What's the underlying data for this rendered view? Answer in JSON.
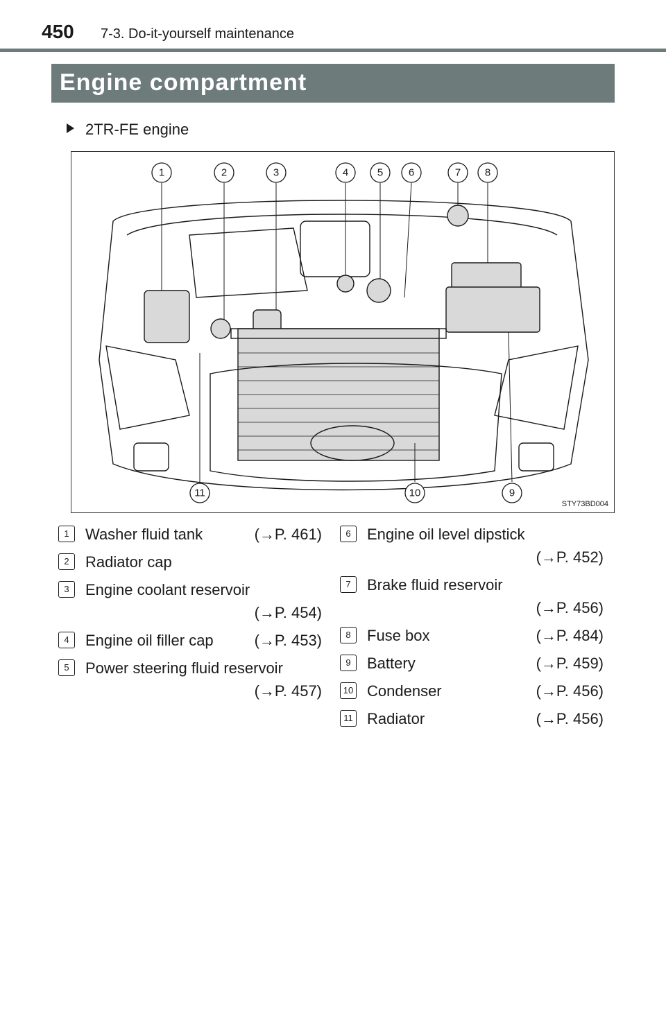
{
  "header": {
    "page_number": "450",
    "section": "7-3. Do-it-yourself maintenance"
  },
  "title": "Engine compartment",
  "subheading": "2TR-FE engine",
  "figure": {
    "code": "STY73BD004",
    "callouts_top": [
      "1",
      "2",
      "3",
      "4",
      "5",
      "6",
      "7",
      "8"
    ],
    "callouts_bottom": [
      "11",
      "10",
      "9"
    ]
  },
  "legend_left": [
    {
      "num": "1",
      "label": "Washer fluid tank",
      "ref": "(→P. 461)"
    },
    {
      "num": "2",
      "label": "Radiator cap",
      "ref": ""
    },
    {
      "num": "3",
      "label": "Engine coolant reservoir",
      "ref": "(→P. 454)"
    },
    {
      "num": "4",
      "label": "Engine oil filler cap",
      "ref": "(→P. 453)"
    },
    {
      "num": "5",
      "label": "Power steering fluid reservoir",
      "ref": "(→P. 457)"
    }
  ],
  "legend_right": [
    {
      "num": "6",
      "label": "Engine oil level dipstick",
      "ref": "(→P. 452)"
    },
    {
      "num": "7",
      "label": "Brake fluid reservoir",
      "ref": "(→P. 456)"
    },
    {
      "num": "8",
      "label": "Fuse box",
      "ref": "(→P. 484)"
    },
    {
      "num": "9",
      "label": "Battery",
      "ref": "(→P. 459)"
    },
    {
      "num": "10",
      "label": "Condenser",
      "ref": "(→P. 456)"
    },
    {
      "num": "11",
      "label": "Radiator",
      "ref": "(→P. 456)"
    }
  ],
  "colors": {
    "band": "#6e7b7b",
    "text": "#1a1a1a"
  }
}
